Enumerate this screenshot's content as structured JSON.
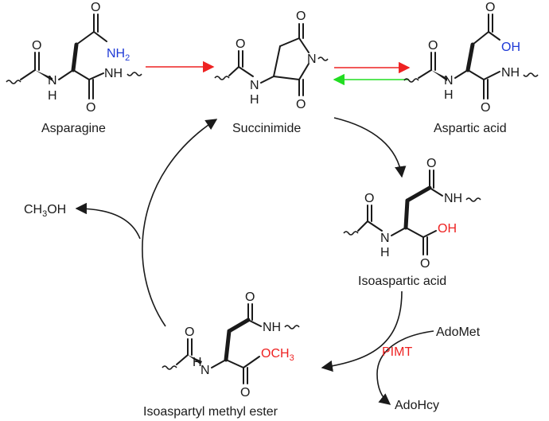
{
  "compounds": {
    "asparagine": "Asparagine",
    "succinimide": "Succinimide",
    "aspartic_acid": "Aspartic acid",
    "isoaspartic_acid": "Isoaspartic acid",
    "isoaspartyl_methyl_ester": "Isoaspartyl methyl ester"
  },
  "reagents": {
    "methanol": "CH3OH",
    "methanol_main": "CH",
    "methanol_sub": "3",
    "methanol_tail": "OH",
    "adomet": "AdoMet",
    "adohcy": "AdoHcy",
    "pimt": "PIMT"
  },
  "atoms": {
    "O": "O",
    "H": "H",
    "N": "N",
    "NH": "NH",
    "NH2_main": "NH",
    "NH2_sub": "2",
    "OH": "OH",
    "OCH3_main": "OCH",
    "OCH3_sub": "3"
  },
  "colors": {
    "ink": "#1a1a1a",
    "forward_arrow": "#ee2222",
    "reverse_arrow": "#22dd22",
    "blue_group": "#1f3ad6",
    "red_group": "#ee2222"
  }
}
